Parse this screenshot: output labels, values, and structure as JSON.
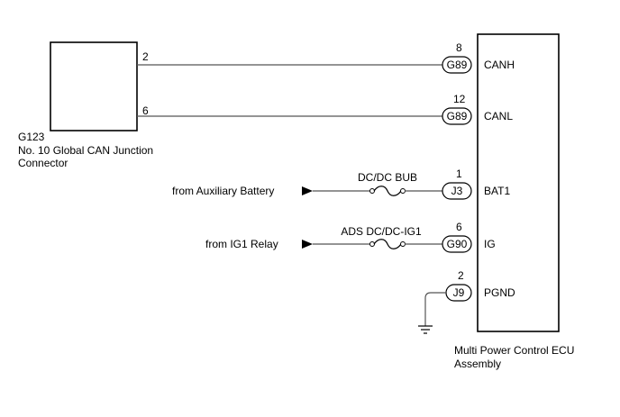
{
  "junction_connector": {
    "code": "G123",
    "name_line1": "No. 10 Global CAN Junction",
    "name_line2": "Connector",
    "pin_canh": "2",
    "pin_canl": "6"
  },
  "ecu": {
    "name_line1": "Multi Power Control ECU",
    "name_line2": "Assembly"
  },
  "terminals": [
    {
      "pin": "8",
      "connector": "G89",
      "signal": "CANH"
    },
    {
      "pin": "12",
      "connector": "G89",
      "signal": "CANL"
    },
    {
      "pin": "1",
      "connector": "J3",
      "signal": "BAT1"
    },
    {
      "pin": "6",
      "connector": "G90",
      "signal": "IG"
    },
    {
      "pin": "2",
      "connector": "J9",
      "signal": "PGND"
    }
  ],
  "sources": {
    "aux_battery": "from Auxiliary Battery",
    "ig1_relay": "from IG1 Relay"
  },
  "fuses": {
    "dcdc_bub": "DC/DC BUB",
    "ads_dcdc_ig1": "ADS DC/DC-IG1"
  }
}
